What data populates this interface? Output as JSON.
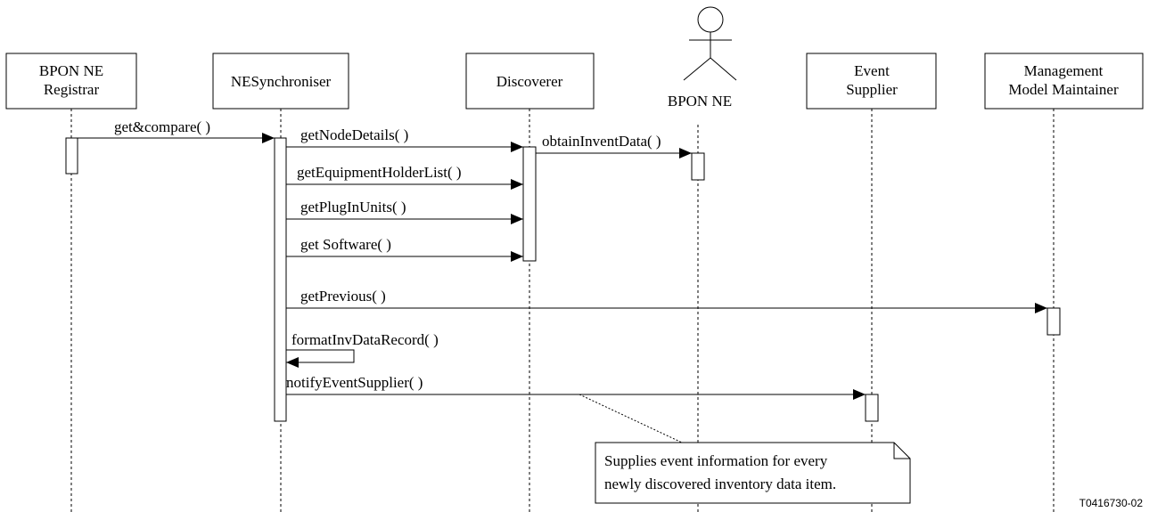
{
  "lifelines": [
    {
      "id": "registrar",
      "lines": [
        "BPON NE",
        "Registrar"
      ]
    },
    {
      "id": "synchroniser",
      "lines": [
        "NESynchroniser"
      ]
    },
    {
      "id": "discoverer",
      "lines": [
        "Discoverer"
      ]
    },
    {
      "id": "bpon_ne",
      "lines": [
        "BPON NE"
      ]
    },
    {
      "id": "event",
      "lines": [
        "Event",
        "Supplier"
      ]
    },
    {
      "id": "mmm",
      "lines": [
        "Management",
        "Model Maintainer"
      ]
    }
  ],
  "messages": [
    {
      "id": "m1",
      "label": "get&compare( )"
    },
    {
      "id": "m2",
      "label": "getNodeDetails( )"
    },
    {
      "id": "m3",
      "label": "obtainInventData( )"
    },
    {
      "id": "m4",
      "label": "getEquipmentHolderList( )"
    },
    {
      "id": "m5",
      "label": "getPlugInUnits( )"
    },
    {
      "id": "m6",
      "label": "get Software( )"
    },
    {
      "id": "m7",
      "label": "getPrevious( )"
    },
    {
      "id": "m8",
      "label": "formatInvDataRecord( )"
    },
    {
      "id": "m9",
      "label": "notifyEventSupplier( )"
    }
  ],
  "note": {
    "lines": [
      "Supplies event information for every",
      "newly discovered inventory data item."
    ]
  },
  "figure_id": "T0416730-02"
}
